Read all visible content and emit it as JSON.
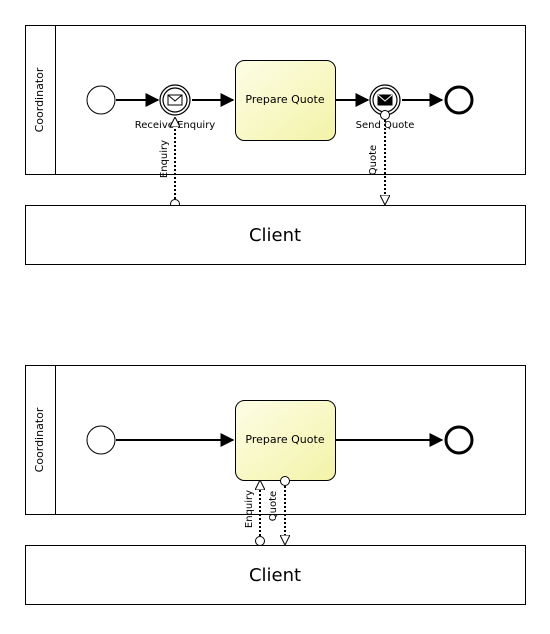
{
  "diagram_top": {
    "pool_label": "Coordinator",
    "task_label": "Prepare Quote",
    "receive_event_label": "Receive Enquiry",
    "send_event_label": "Send Quote",
    "message_enquiry_label": "Enquiry",
    "message_quote_label": "Quote",
    "participant_label": "Client"
  },
  "diagram_bottom": {
    "pool_label": "Coordinator",
    "task_label": "Prepare Quote",
    "message_enquiry_label": "Enquiry",
    "message_quote_label": "Quote",
    "participant_label": "Client"
  },
  "colors": {
    "task_fill_light": "#fdfde6",
    "task_fill_dark": "#f3f3a8",
    "stroke": "#000000"
  }
}
